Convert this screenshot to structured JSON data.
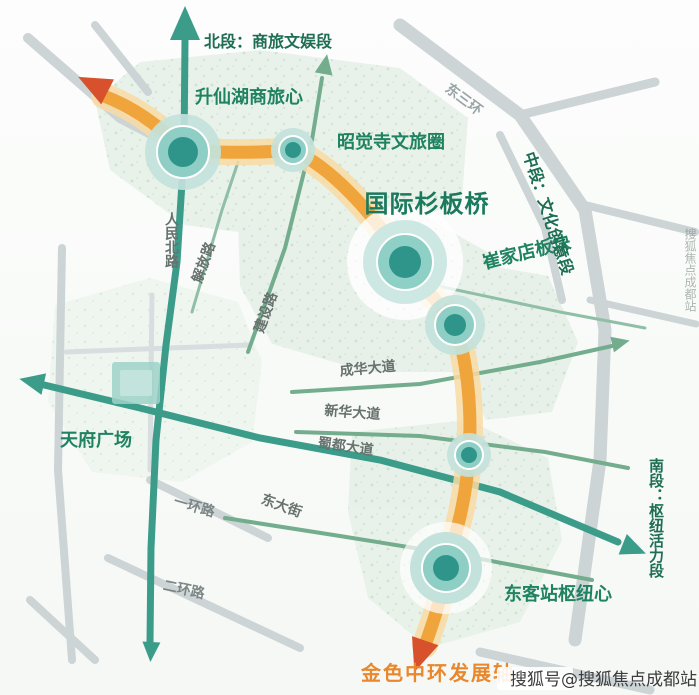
{
  "palette": {
    "corridor_orange": "#f0a53c",
    "corridor_glow": "#f8dba4",
    "arrow_red": "#d7512d",
    "axis_teal": "#3b9c8a",
    "road_green": "#74ad8e",
    "road_gray": "#ccd4d6",
    "node_core_teal": "#2f958b",
    "node_mid_teal": "#8ecec4",
    "node_outer_teal": "#c3e2db",
    "label_green": "#1f8261",
    "label_orange": "#e8872b",
    "region_fill": "#e7f1e8"
  },
  "nodes": [
    {
      "id": "shengxianhu",
      "label": "升仙湖商旅心"
    },
    {
      "id": "zhaojuesi",
      "label": "昭觉寺文旅圈"
    },
    {
      "id": "shanbanqiao",
      "label": "国际杉板桥"
    },
    {
      "id": "cuijiadian",
      "label": "崔家店板块"
    },
    {
      "id": "dongkezhan",
      "label": "东客站枢纽心"
    }
  ],
  "segments": [
    {
      "id": "north",
      "label": "北段：商旅文娱段"
    },
    {
      "id": "mid",
      "label": "中段：文化创意段"
    },
    {
      "id": "south",
      "label": "南段：枢纽活力段"
    }
  ],
  "roads": [
    {
      "id": "renmin-north",
      "label": "人民北路"
    },
    {
      "id": "jiefang",
      "label": "解放路"
    },
    {
      "id": "jianshe",
      "label": "建设路"
    },
    {
      "id": "chenghua",
      "label": "成华大道"
    },
    {
      "id": "xinhua",
      "label": "新华大道"
    },
    {
      "id": "shudu",
      "label": "蜀都大道"
    },
    {
      "id": "dongdajie",
      "label": "东大街"
    },
    {
      "id": "first-ring",
      "label": "一环路"
    },
    {
      "id": "second-ring",
      "label": "二环路"
    },
    {
      "id": "east-third-ring",
      "label": "东三环"
    }
  ],
  "landmarks": [
    {
      "id": "tianfu-square",
      "label": "天府广场"
    }
  ],
  "axis": {
    "label": "金色中环发展轴"
  },
  "watermark": {
    "main": "搜狐号@搜狐焦点成都站",
    "edge": "搜狐焦点成都站"
  }
}
